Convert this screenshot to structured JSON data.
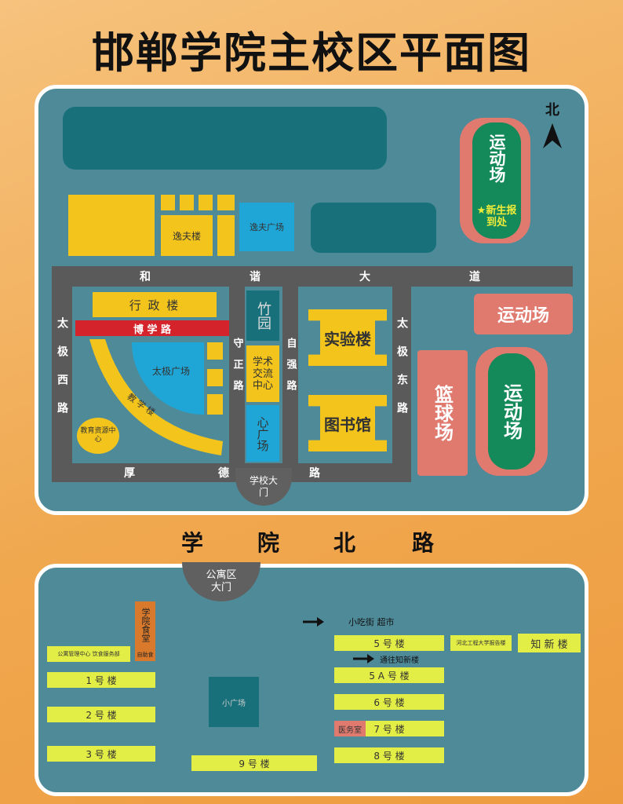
{
  "title": "邯郸学院主校区平面图",
  "north": "北",
  "roads": {
    "hexie": [
      "和",
      "谐",
      "大",
      "道"
    ],
    "taiji_west": "太极西路",
    "taiji_east": "太极东路",
    "shouzheng": "守正路",
    "ziqiang": "自强路",
    "houde": [
      "厚",
      "德",
      "路"
    ],
    "boxue": "博 学 路",
    "xueyuan_north": [
      "学",
      "院",
      "北",
      "路"
    ]
  },
  "north_campus": {
    "yifu": "逸夫楼",
    "yifu_square": "逸夫广场",
    "sports1": "运动场",
    "new_student": "★新生报到处",
    "admin": "行 政 楼",
    "zhuyuan": "竹园",
    "academic": "学术交流中心",
    "heart_square": "心广场",
    "taiji_square": "太极广场",
    "teaching": "教 学 楼",
    "ed_center": "教育资源中心",
    "lab": "实验楼",
    "library": "图书馆",
    "sports2": "运动场",
    "basketball": "篮球场",
    "sports3": "运动场",
    "school_gate": "学校大门"
  },
  "south_campus": {
    "apartment_gate": "公寓区大门",
    "canteen": "学院食堂",
    "canteen_sub": "自助食",
    "arrow1_text": "小吃街  超市",
    "apartment_mgmt": "公寓管理中心 饮食服务部",
    "b1": "1 号 楼",
    "b2": "2 号 楼",
    "b3": "3 号 楼",
    "small_square": "小广场",
    "b9": "9 号 楼",
    "b5": "5 号 楼",
    "arrow2_text": "通往知新楼",
    "b5a": "5 A 号 楼",
    "b6": "6 号 楼",
    "clinic": "医务室",
    "b7": "7 号 楼",
    "b8": "8 号 楼",
    "hebei_eng": "河北工程大学报告楼",
    "zhixin": "知 新 楼"
  }
}
